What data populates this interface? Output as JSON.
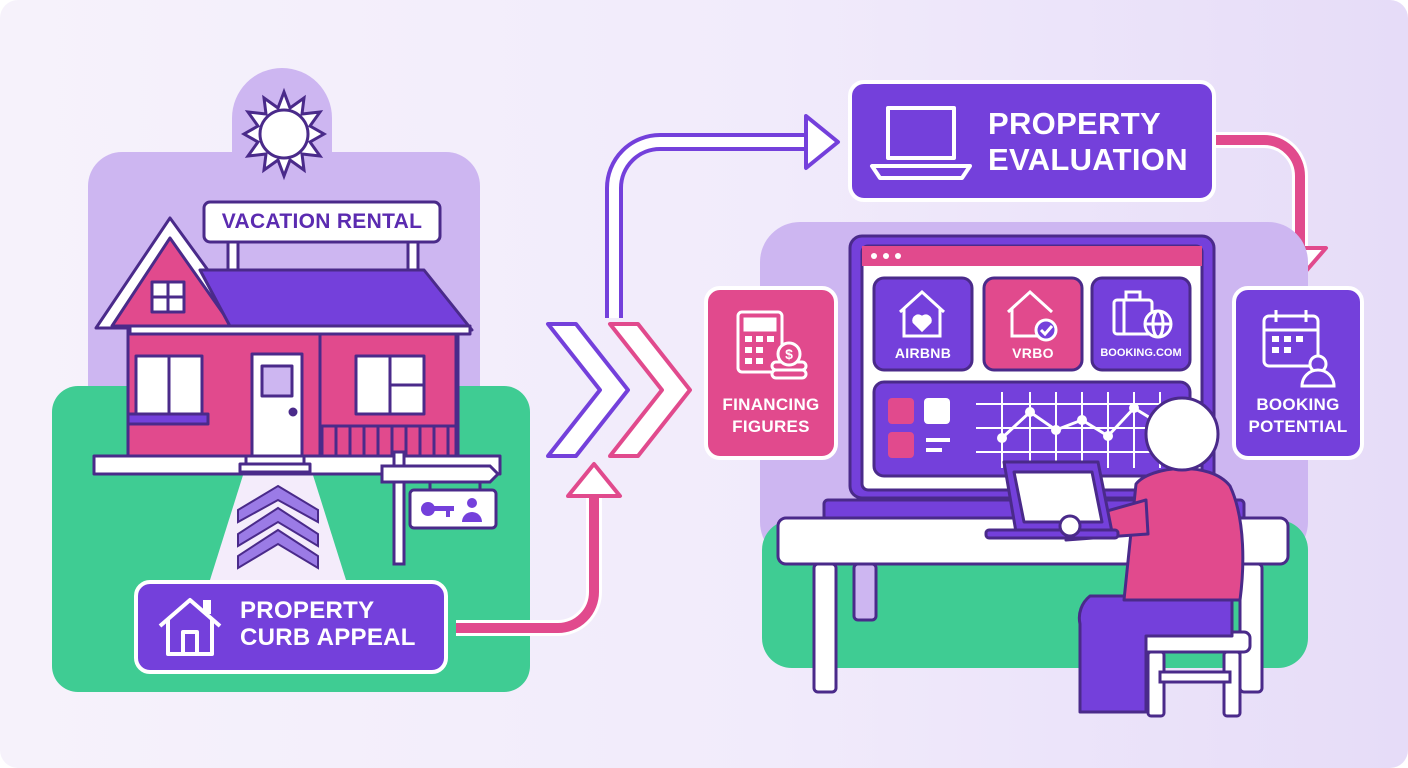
{
  "colors": {
    "purple": "#7440db",
    "purple_light": "#cdb6f1",
    "pink": "#e14a8d",
    "green": "#3fcc93",
    "outline": "#4a2a8a"
  },
  "house": {
    "sign": "VACATION RENTAL",
    "key_sign_icons": [
      "key-icon",
      "person-icon"
    ]
  },
  "curb_appeal": {
    "line1": "PROPERTY",
    "line2": "CURB APPEAL",
    "icon": "home-icon"
  },
  "evaluation": {
    "line1": "PROPERTY",
    "line2": "EVALUATION",
    "icon": "laptop-icon"
  },
  "financing": {
    "line1": "FINANCING",
    "line2": "FIGURES",
    "icon": "calculator-coins-icon"
  },
  "booking_potential": {
    "line1": "BOOKING",
    "line2": "POTENTIAL",
    "icon": "calendar-person-icon"
  },
  "platforms": [
    {
      "label": "AIRBNB",
      "icon": "house-heart-icon"
    },
    {
      "label": "VRBO",
      "icon": "house-check-icon"
    },
    {
      "label": "BOOKING.COM",
      "icon": "luggage-globe-icon"
    }
  ]
}
